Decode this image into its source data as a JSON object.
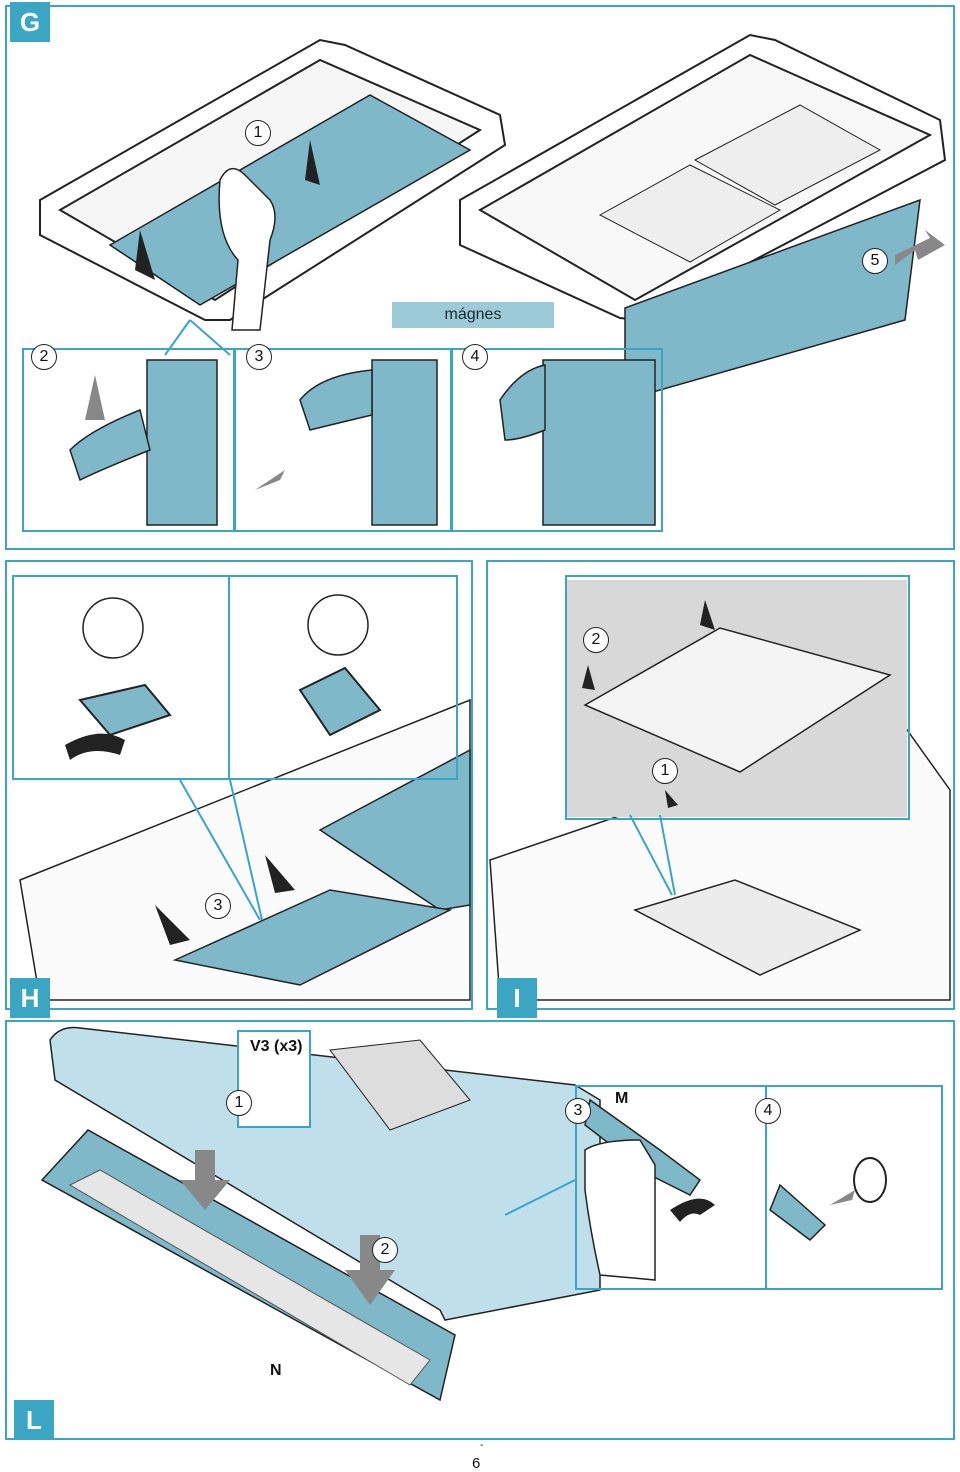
{
  "panels": {
    "g": {
      "tag": "G",
      "magnes_label": "mágnes",
      "steps": [
        "1",
        "2",
        "3",
        "4",
        "5"
      ]
    },
    "h": {
      "tag": "H",
      "steps": [
        "3"
      ]
    },
    "i": {
      "tag": "I",
      "steps": [
        "2",
        "1"
      ]
    },
    "l": {
      "tag": "L",
      "steps": [
        "1",
        "2",
        "3",
        "4"
      ],
      "screw_label": "V3 (x3)",
      "label_m": "M",
      "label_n": "N"
    }
  },
  "colors": {
    "accent": "#3aa6c4",
    "filter": "#7fb8c8",
    "light": "#bfe0ea"
  },
  "footer": {
    "dash": "-",
    "page": "6"
  }
}
